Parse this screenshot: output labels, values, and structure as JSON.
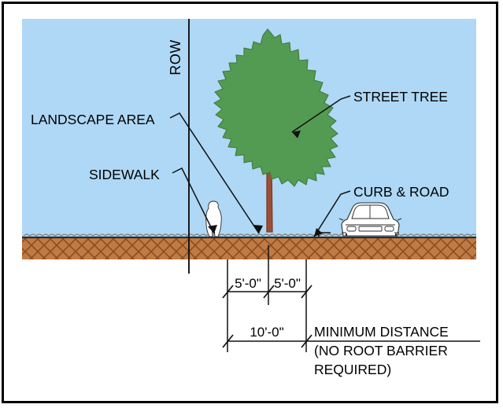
{
  "diagram": {
    "title": "Street Tree Minimum Distance Section Diagram",
    "type": "architectural-section",
    "colors": {
      "sky": "#AED8F5",
      "soil": "#C07A44",
      "soil_hatch": "#8A4D22",
      "canopy": "#539B52",
      "canopy_outline": "#3F7A3E",
      "trunk": "#9C4F36",
      "trunk_dark": "#7E3C28",
      "line": "#111111",
      "border": "#000000",
      "vehicle": "#FFFFFF",
      "person": "#FFFFFF",
      "ground_line": "#2B2B2B"
    },
    "labels": {
      "row": "ROW",
      "landscape_area": "LANDSCAPE AREA",
      "sidewalk": "SIDEWALK",
      "street_tree": "STREET TREE",
      "curb_and_road": "CURB & ROAD"
    },
    "dimensions": {
      "left_segment": "5'-0\"",
      "right_segment": "5'-0\"",
      "total": "10'-0\""
    },
    "note": {
      "line1": "MINIMUM DISTANCE",
      "line2": "(NO ROOT BARRIER",
      "line3": "REQUIRED)"
    },
    "elements": {
      "tree": "street-tree",
      "person": "pedestrian-figure",
      "vehicle": "car-front-view",
      "soil": "soil-section",
      "sky": "sky-background"
    }
  }
}
